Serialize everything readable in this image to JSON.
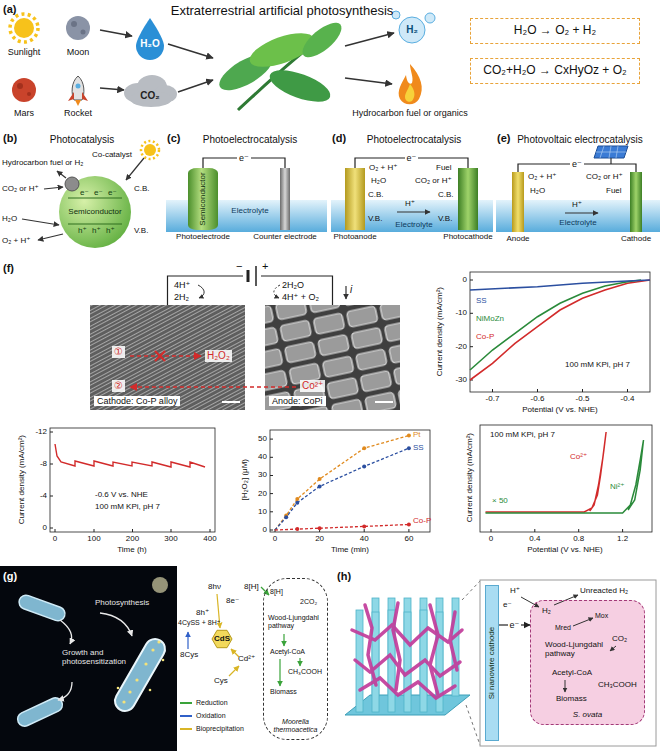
{
  "diagram": {
    "nodes": [
      {
        "text": [
          "H₂O → O₂ + H₂"
        ]
      },
      {
        "text": [
          "CO₂+H₂O → CxHyOz + O₂"
        ]
      },
      {
        "text": [
          "Semiconductor"
        ]
      },
      {
        "text": [
          "Semiconductor",
          "Photoelectrode"
        ]
      },
      {
        "text": [
          "Counter electrode"
        ]
      },
      {
        "text": [
          "Photoanode"
        ]
      },
      {
        "text": [
          "Photocathode"
        ]
      },
      {
        "text": [
          "Anode"
        ]
      },
      {
        "text": [
          "Cathode"
        ]
      },
      {
        "text": [
          "Cathode: Co-P alloy"
        ]
      },
      {
        "text": [
          "Anode: CoPi"
        ]
      },
      {
        "text": [
          "Moorella thermoacetica"
        ]
      },
      {
        "text": [
          "Si nanowire cathode"
        ]
      },
      {
        "text": [
          "S. ovata"
        ]
      }
    ],
    "edges": [
      {
        "from": 3,
        "to": 4,
        "arrow": "none",
        "label": "e⁻"
      },
      {
        "from": 5,
        "to": 6,
        "arrow": "none",
        "label": "e⁻"
      },
      {
        "from": 7,
        "to": 8,
        "arrow": "none",
        "label": "e⁻"
      },
      {
        "from": 9,
        "to": 10,
        "arrow": "none"
      },
      {
        "from": 12,
        "to": 13,
        "arrow": "to",
        "label": "e⁻"
      }
    ],
    "labels": [
      "(a)",
      "Extraterrestrial artificial photosynthesis",
      "Sunlight",
      "Moon",
      "Mars",
      "Rocket",
      "H₂O",
      "CO₂",
      "H₂",
      "Hydrocarbon fuel or organics",
      "(b)",
      "Photocatalysis",
      "Co-catalyst",
      "Hydrocarbon fuel or H₂",
      "CO₂ or H⁺",
      "C.B.",
      "V.B.",
      "e⁻",
      "e⁻",
      "e⁻",
      "h⁺",
      "h⁺",
      "h⁺",
      "H₂O",
      "O₂ + H⁺",
      "(c)",
      "Photoelectrocatalysis",
      "Electrolyte",
      "(d)",
      "Photoelectrocatalysis",
      "O₂ + H⁺",
      "H₂O",
      "Fuel",
      "CO₂ or H⁺",
      "C.B.",
      "V.B.",
      "C.B.",
      "V.B.",
      "H⁺",
      "Electrolyte",
      "(e)",
      "Photovoltaic electrocatalysis",
      "O₂ + H⁺",
      "H₂O",
      "CO₂ or H⁺",
      "Fuel",
      "H⁺",
      "Electrolyte",
      "(f)",
      "−",
      "+",
      "i",
      "4H⁺",
      "2H₂",
      "2H₂O",
      "4H⁺ + O₂",
      "①",
      "H₂O₂",
      "②",
      "Co²⁺",
      "100 mM KPi, pH 7",
      "SS",
      "NiMoZn",
      "Co-P",
      "Current density (mA/cm²)",
      "Potential (V vs. NHE)",
      "-0.7",
      "-0.6",
      "-0.5",
      "-0.4",
      "0",
      "-10",
      "-20",
      "-30",
      "Current density (mA/cm²)",
      "-12",
      "-8",
      "-4",
      "0",
      "0",
      "100",
      "200",
      "300",
      "400",
      "Time (h)",
      "-0.6 V vs. NHE",
      "100 mM KPi, pH 7",
      "[H₂O₂] (μM)",
      "0",
      "10",
      "20",
      "30",
      "40",
      "50",
      "0",
      "20",
      "40",
      "60",
      "Time (min)",
      "Pt",
      "SS",
      "Co-P",
      "Current density (mA/cm²)",
      "100 mM KPi, pH 7",
      "Co²⁺",
      "Ni²⁺",
      "× 50",
      "0",
      "0.4",
      "0.8",
      "1.2",
      "Potential (V vs. NHE)",
      "(g)",
      "Photosynthesis",
      "Growth and photosensitization",
      "8hν",
      "8e⁻",
      "8h⁺",
      "8[H]",
      "CdS",
      "4CySS + 8H⁺",
      "8Cys",
      "Cd²⁺",
      "Cys",
      "8[H]",
      "2CO₂",
      "Wood-Ljungdahl pathway",
      "Acetyl-CoA",
      "CH₃COOH",
      "Biomass",
      "(h)",
      "H⁺",
      "Unreacted H₂",
      "e⁻",
      "H₂",
      "Mox",
      "Mred",
      "CO₂",
      "Wood-Ljungdahl pathway",
      "Acetyl-CoA",
      "CH₃COOH",
      "Biomass"
    ],
    "legend": [
      {
        "text": "Reduction"
      },
      {
        "text": "Oxidation"
      },
      {
        "text": "Bioprecipitation"
      }
    ]
  }
}
